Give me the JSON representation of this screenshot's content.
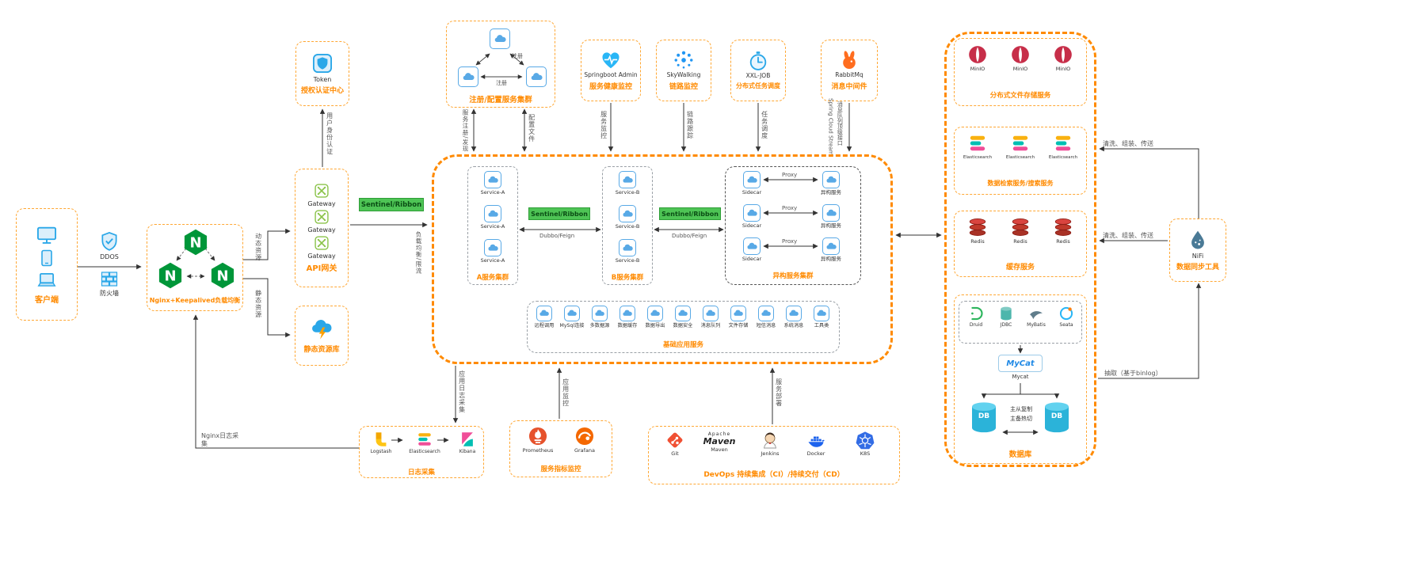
{
  "left": {
    "client": {
      "title": "客户端"
    },
    "ddos_label": "DDOS",
    "firewall_label": "防火墙",
    "nginx": {
      "title": "Nginx+Keepalived负载均衡"
    },
    "auth": {
      "token_label": "Token",
      "title": "授权认证中心"
    },
    "gateway": {
      "items": [
        "Gateway",
        "Gateway",
        "Gateway"
      ],
      "title": "API网关"
    },
    "static_repo": {
      "title": "静态资源库"
    },
    "edges": {
      "user_auth": "用户身份认证",
      "dynamic_res": "动态资源",
      "static_res": "静态资源",
      "sentinel_badge": "Sentinel/Ribbon",
      "flow_limit": "负载均衡/限流"
    }
  },
  "top": {
    "registry": {
      "title": "注册/配置服务集群",
      "register_label": "注册",
      "edge_discovery": "服务注册/发现",
      "edge_config": "配置文件"
    },
    "admin": {
      "name": "Springboot Admin",
      "title": "服务健康监控",
      "edge": "服务监控"
    },
    "skywalking": {
      "name": "SkyWalking",
      "title": "链路监控",
      "edge": "链路跟踪"
    },
    "xxljob": {
      "name": "XXL-JOB",
      "title": "分布式任务调度",
      "edge": "任务调度"
    },
    "rabbitmq": {
      "name": "RabbitMq",
      "title": "消息中间件",
      "edge_line1": "Spring Cloud Stream",
      "edge_line2": "消息队列顶级接口"
    }
  },
  "central": {
    "cluster_a": {
      "services": [
        "Service-A",
        "Service-A",
        "Service-A"
      ],
      "title": "A服务集群"
    },
    "cluster_b": {
      "services": [
        "Service-B",
        "Service-B",
        "Service-B"
      ],
      "title": "B服务集群"
    },
    "sentinel_badge": "Sentinel/Ribbon",
    "rpc_label": "Dubbo/Feign",
    "hetero": {
      "title": "异构服务集群",
      "sidecar": "Sidecar",
      "proxy": "Proxy",
      "service": "异构服务"
    },
    "basic": {
      "title": "基础应用服务",
      "items": [
        "远程调用",
        "MySql连接",
        "多数据源",
        "数据缓存",
        "数据导出",
        "数据安全",
        "消息队列",
        "文件存储",
        "短信消息",
        "系统消息",
        "工具类"
      ]
    }
  },
  "right": {
    "minio": {
      "title": "分布式文件存储服务",
      "items": [
        "MinIO",
        "MinIO",
        "MinIO"
      ]
    },
    "search": {
      "title": "数据检索服务/搜索服务",
      "items": [
        "Elasticsearch",
        "Elasticsearch",
        "Elasticsearch"
      ]
    },
    "cache": {
      "title": "缓存服务",
      "items": [
        "Redis",
        "Redis",
        "Redis"
      ]
    },
    "database": {
      "title": "数据库",
      "middleware": [
        "Druid",
        "JDBC",
        "MyBatis",
        "Seata"
      ],
      "mycat_logo": "MyCat",
      "mycat": "Mycat",
      "db": "DB",
      "replication_line1": "主从复制",
      "replication_line2": "主备热切"
    },
    "nifi": {
      "name": "NiFi",
      "title": "数据同步工具"
    },
    "edges": {
      "etl_top": "清洗、组装、传送",
      "etl_mid": "清洗、组装、传送",
      "binlog": "抽取（基于binlog）"
    }
  },
  "bottom": {
    "elk": {
      "title": "日志采集",
      "items": [
        "Logstash",
        "Elasticsearch",
        "Kibana"
      ],
      "edge_app": "应用日志采集",
      "edge_nginx": "Nginx日志采集"
    },
    "metrics": {
      "title": "服务指标监控",
      "items": [
        "Prometheus",
        "Grafana"
      ],
      "edge": "应用监控"
    },
    "devops": {
      "title": "DevOps 持续集成（CI）/持续交付（CD）",
      "items": [
        "Git",
        "Maven",
        "Jenkins",
        "Docker",
        "K8S"
      ],
      "edge": "服务部署",
      "maven_logo_top": "Apache",
      "maven_logo_main": "Maven"
    }
  }
}
